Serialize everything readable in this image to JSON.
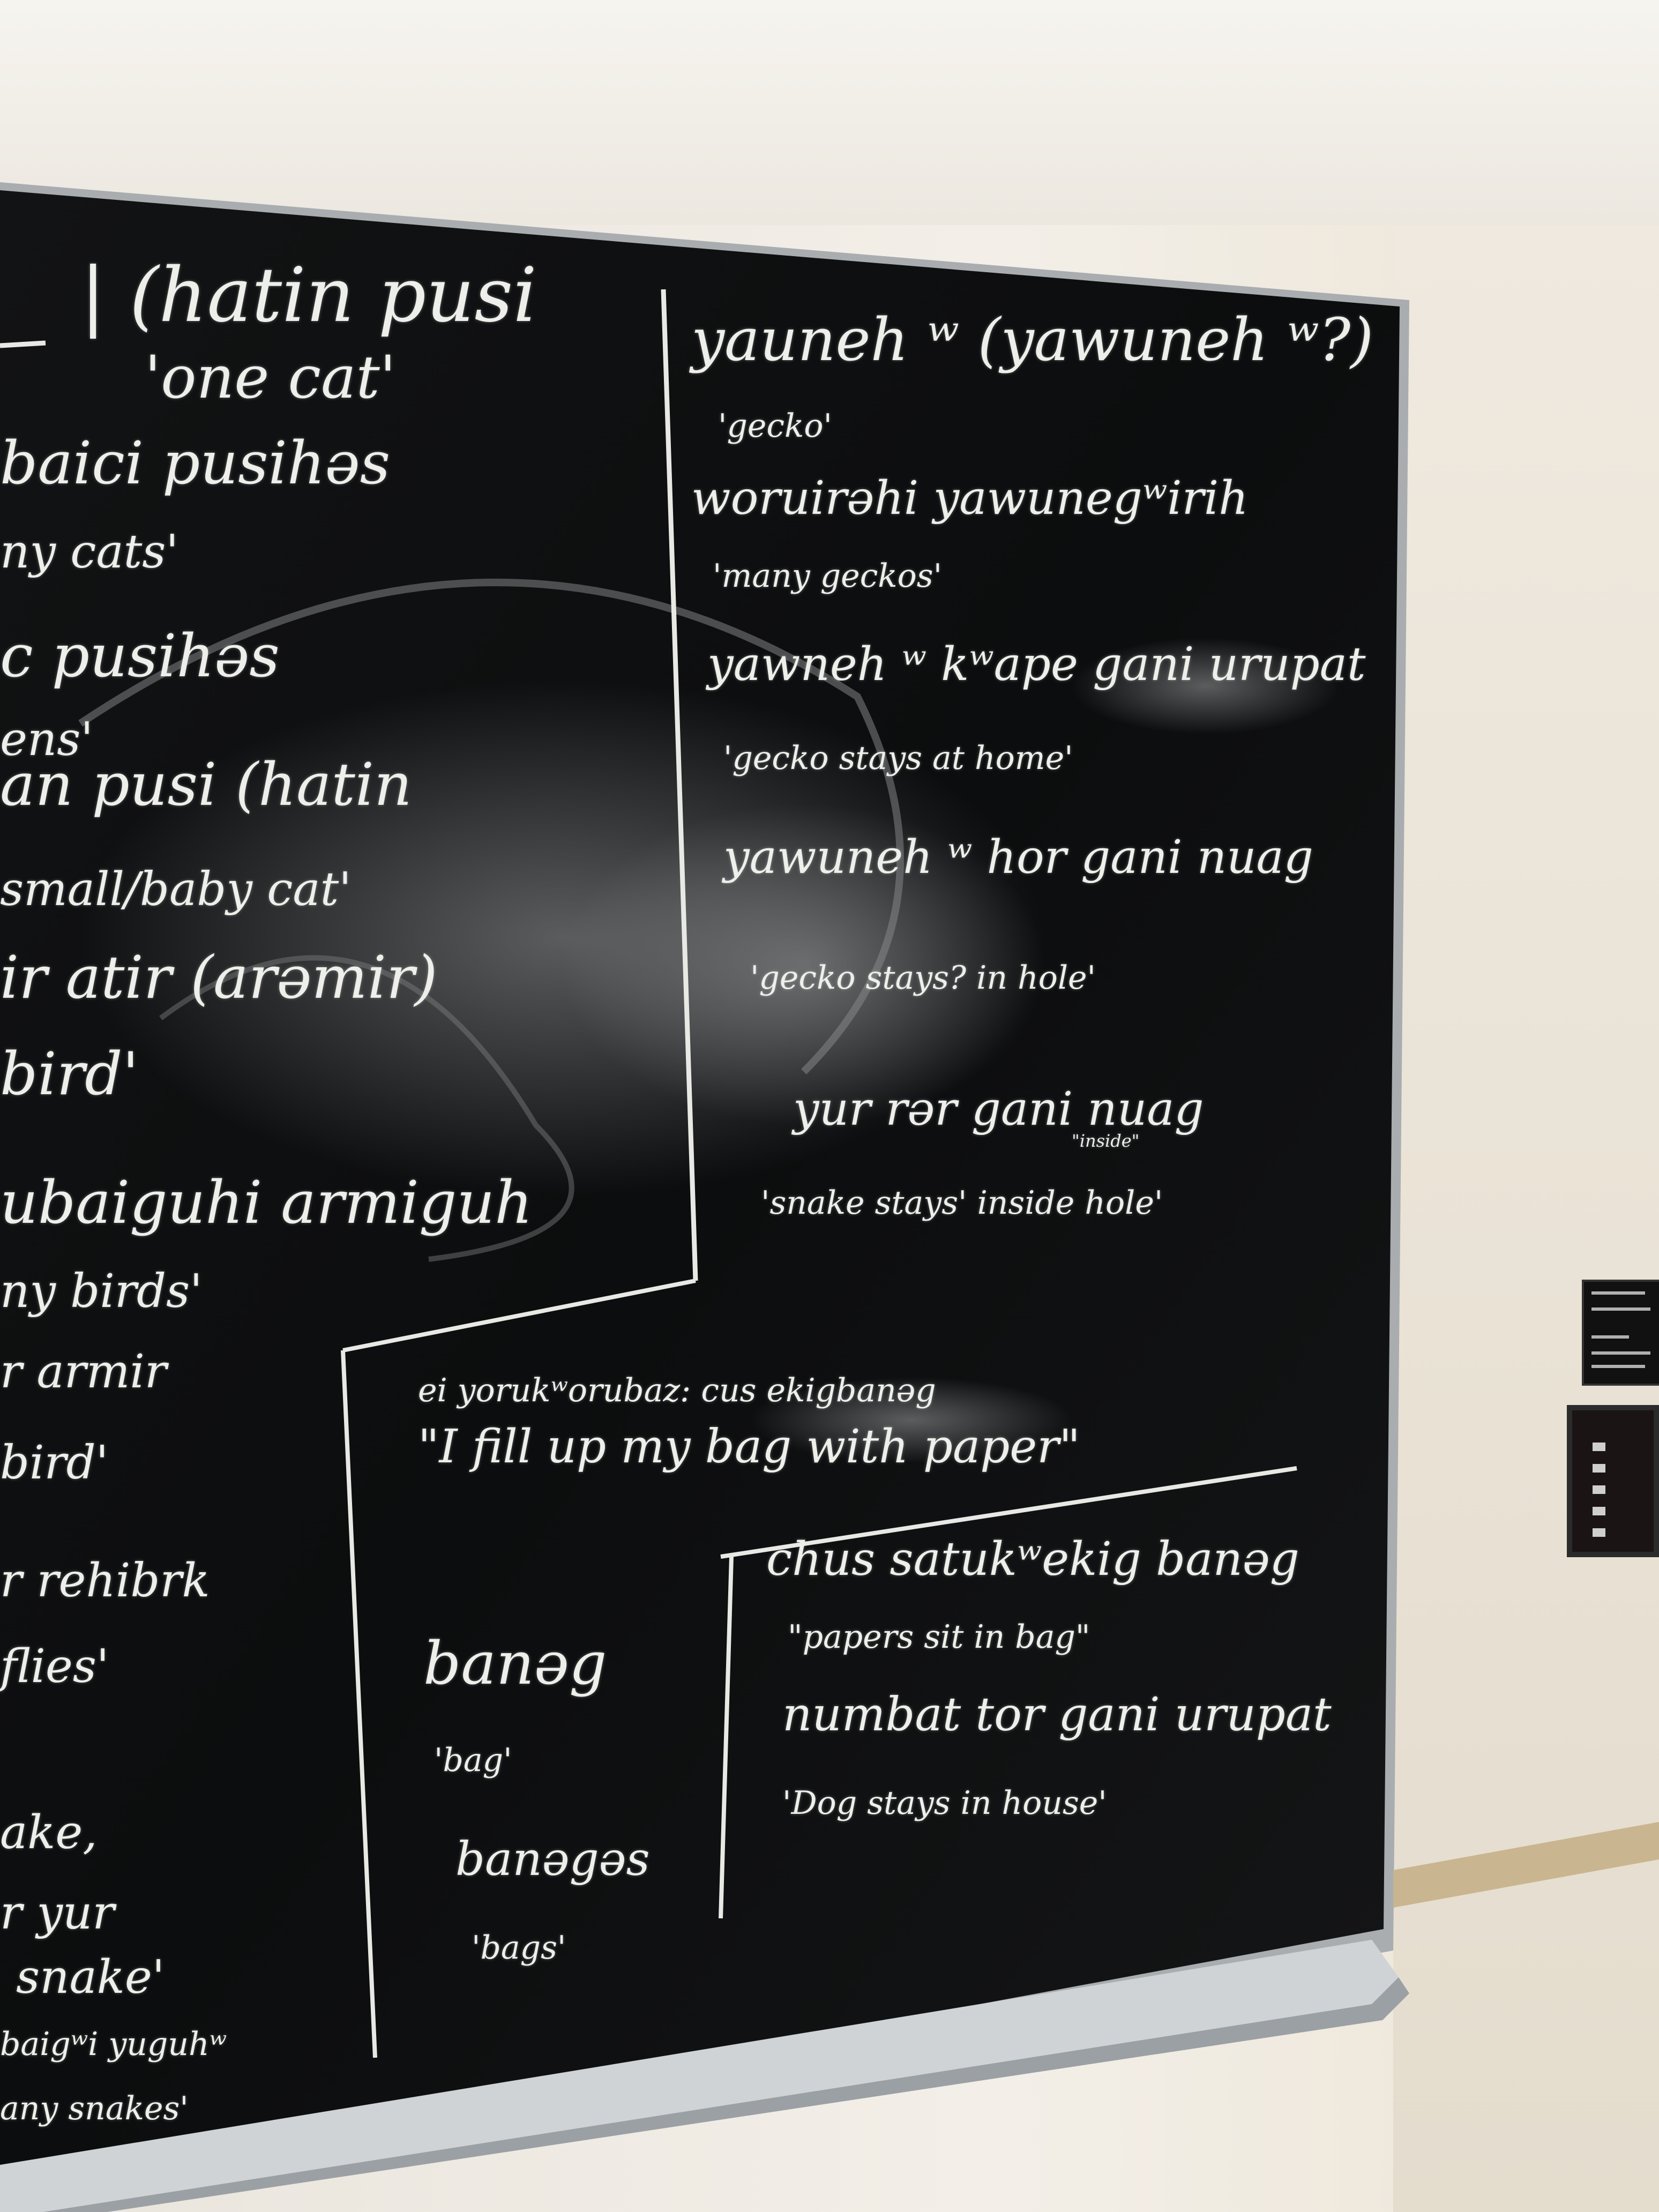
{
  "colors": {
    "board": "#0e0f10",
    "chalk": "#eeeeea",
    "wall": "#f1ede6",
    "tray": "#cfd3d6"
  },
  "left_column": [
    "| (hatin pusi",
    "'one cat'",
    "baici pusihəs",
    "ny cats'",
    "c pusihəs",
    "ens'",
    "an pusi (hatin",
    "small/baby cat'",
    "ir atir (arəmir)",
    "bird'",
    "ubaiguhi armiguh",
    "ny birds'",
    "r armir",
    "bird'",
    "r rehibrk",
    "flies'",
    "ake,",
    "r yur",
    "snake'",
    "baigʷi yuguhʷ",
    "any snakes'"
  ],
  "right_column": [
    "yauneh ʷ (yawuneh ʷ?)",
    "'gecko'",
    "woruirəhi yawunegʷirih",
    "'many geckos'",
    "yawneh ʷ kʷape gani urupat",
    "'gecko stays at home'",
    "yawuneh ʷ hor gani nuag",
    "'gecko stays? in hole'",
    "yur rər gani nuag",
    "\"inside\"",
    "'snake stays' inside hole'"
  ],
  "middle_box": [
    "ei yorukʷorubaz: cus ekigbanəg",
    "\"I fill up my bag with paper\""
  ],
  "lower_left_box": [
    "banəg",
    "'bag'",
    "banəgəs",
    "'bags'"
  ],
  "lower_right_box": [
    "chus satukʷekig banəg",
    "\"papers sit in bag\"",
    "numbat tor gani urupat",
    "'Dog stays in house'"
  ]
}
